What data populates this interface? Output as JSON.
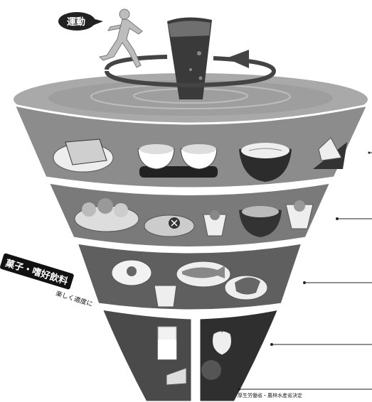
{
  "header": {
    "exercise_label": "運動"
  },
  "side_label": {
    "main": "菓子・嗜好飲料",
    "sub": "楽しく適度に"
  },
  "footer": {
    "source": "厚生労働省・農林水産省決定"
  },
  "icons": [
    "running-person-icon",
    "water-glass-icon",
    "rotation-arrow-icon",
    "bread-icon",
    "rice-bowl-icon",
    "noodle-bowl-icon",
    "onigiri-icon",
    "salad-icon",
    "vegetable-dish-icon",
    "soup-bowl-icon",
    "fried-egg-icon",
    "grilled-fish-icon",
    "salmon-icon",
    "milk-glass-icon",
    "cheese-icon",
    "apple-icon",
    "orange-icon"
  ],
  "colors": {
    "tier1": "#8a8a8a",
    "tier2": "#777777",
    "tier3": "#5e5e5e",
    "tier4": "#3c3c3c",
    "top_disk": "#9a9a9a"
  }
}
